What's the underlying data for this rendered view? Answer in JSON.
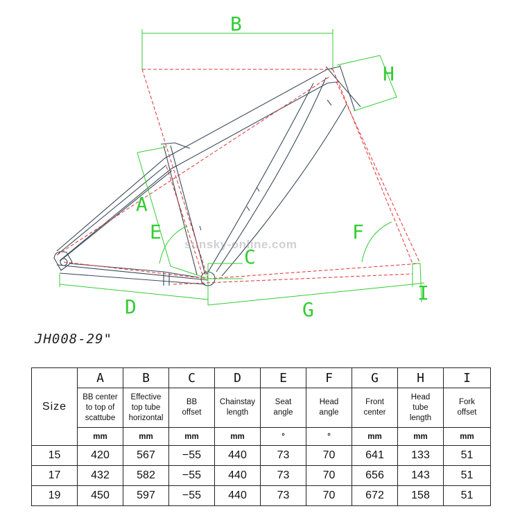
{
  "diagram": {
    "dimension_labels": [
      "A",
      "B",
      "C",
      "D",
      "E",
      "F",
      "G",
      "H",
      "I"
    ],
    "watermark": "sunsky-online.com"
  },
  "model": "JH008-29\"",
  "table": {
    "size_header": "Size",
    "columns": [
      {
        "letter": "A",
        "desc": [
          "BB center",
          "to top of",
          "scattube"
        ],
        "unit": "mm"
      },
      {
        "letter": "B",
        "desc": [
          "Effective",
          "top tube",
          "horizontal"
        ],
        "unit": "mm"
      },
      {
        "letter": "C",
        "desc": [
          "BB",
          "offset"
        ],
        "unit": "mm"
      },
      {
        "letter": "D",
        "desc": [
          "Chainstay",
          "length"
        ],
        "unit": "mm"
      },
      {
        "letter": "E",
        "desc": [
          "Seat",
          "angle"
        ],
        "unit": "°"
      },
      {
        "letter": "F",
        "desc": [
          "Head",
          "angle"
        ],
        "unit": "°"
      },
      {
        "letter": "G",
        "desc": [
          "Front",
          "center"
        ],
        "unit": "mm"
      },
      {
        "letter": "H",
        "desc": [
          "Head",
          "tube",
          "length"
        ],
        "unit": "mm"
      },
      {
        "letter": "I",
        "desc": [
          "Fork",
          "offset"
        ],
        "unit": "mm"
      }
    ],
    "rows": [
      {
        "size": "15",
        "values": [
          "420",
          "567",
          "−55",
          "440",
          "73",
          "70",
          "641",
          "133",
          "51"
        ]
      },
      {
        "size": "17",
        "values": [
          "432",
          "582",
          "−55",
          "440",
          "73",
          "70",
          "656",
          "143",
          "51"
        ]
      },
      {
        "size": "19",
        "values": [
          "450",
          "597",
          "−55",
          "440",
          "73",
          "70",
          "672",
          "158",
          "51"
        ]
      }
    ]
  },
  "colors": {
    "frame": "#3a4a5a",
    "dimension": "#33cc33",
    "geometry": "#e03030"
  }
}
